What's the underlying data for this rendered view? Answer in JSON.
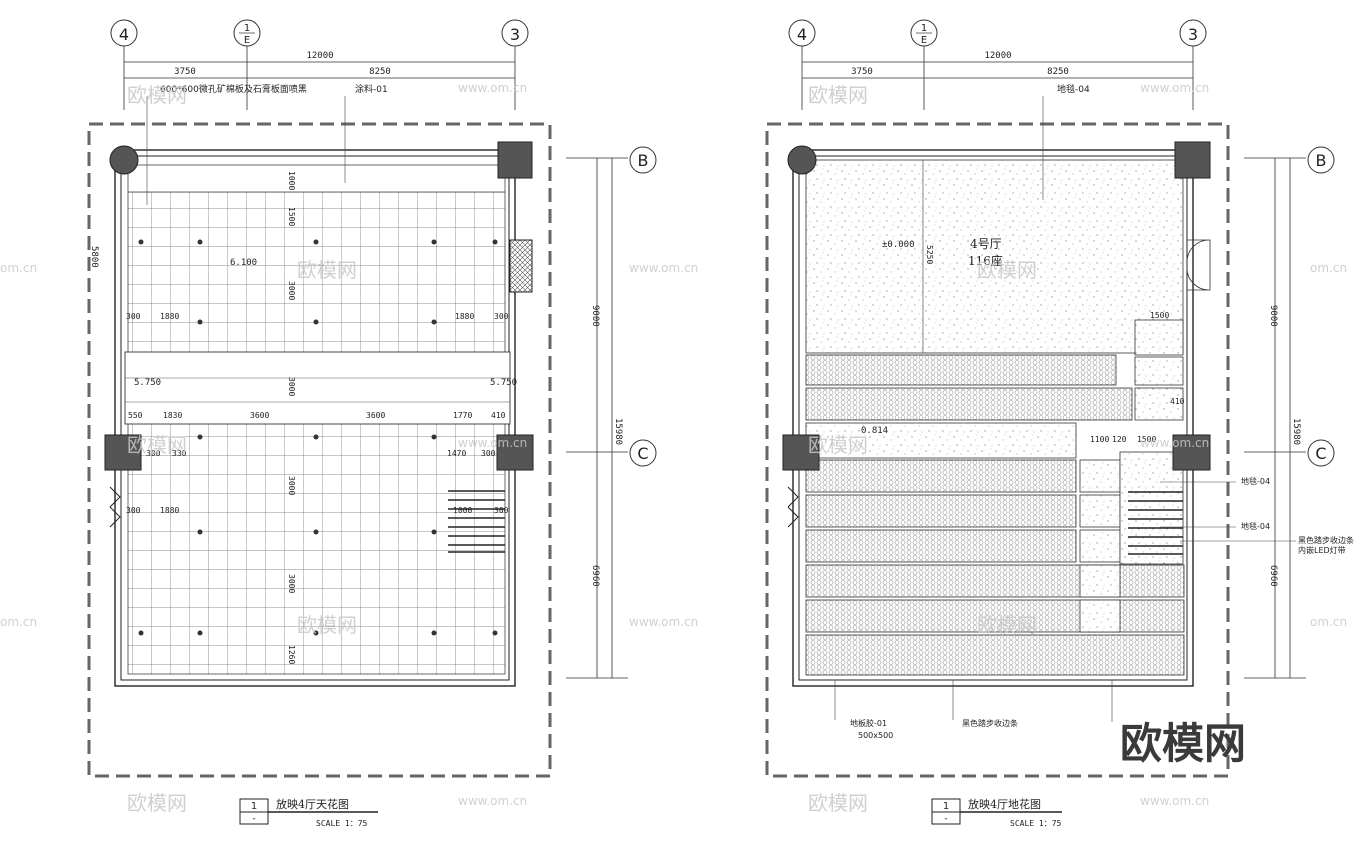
{
  "watermarks": {
    "brand_cn": "欧模网",
    "site": "www.om.cn",
    "site_clip": "om.cn"
  },
  "left_plan": {
    "grid_labels": {
      "axis_4": "4",
      "axis_1e_top": "1",
      "axis_1e_bottom": "E",
      "axis_3": "3",
      "axis_B": "B",
      "axis_C": "C"
    },
    "dims_top": {
      "total": "12000",
      "left": "3750",
      "right": "8250"
    },
    "dims_right": {
      "upper": "9000",
      "total": "15980",
      "lower": "6960"
    },
    "dim_left": "5800",
    "notes": {
      "ceiling_material": "600*600微孔矿棉板及石膏板面喷黑",
      "paint": "涂料-01"
    },
    "levels": {
      "l1": "6.100",
      "l2": "5.750",
      "l3": "5.750"
    },
    "row_dims": {
      "r1_a": "300",
      "r1_b": "1880",
      "r1_c": "1880",
      "r1_d": "300",
      "r2_a": "550",
      "r2_b": "1830",
      "r2_c": "3600",
      "r2_d": "3600",
      "r2_e": "1770",
      "r2_f": "410",
      "r3_a": "300",
      "r3_b": "330",
      "r3_c": "1470",
      "r3_d": "300",
      "r4_a": "300",
      "r4_b": "1880",
      "r4_c": "1000",
      "r4_d": "300"
    },
    "vert_dims": {
      "v1": "1000",
      "v2": "1500",
      "v3": "3000",
      "v4": "3000",
      "v5": "3000",
      "v6": "3000",
      "v7": "1260"
    },
    "title_number": "1",
    "title_sub": "-",
    "title": "放映4厅天花图",
    "scale": "SCALE 1：75"
  },
  "right_plan": {
    "grid_labels": {
      "axis_4": "4",
      "axis_1e_top": "1",
      "axis_1e_bottom": "E",
      "axis_3": "3",
      "axis_B": "B",
      "axis_C": "C"
    },
    "dims_top": {
      "total": "12000",
      "left": "3750",
      "right": "8250"
    },
    "dims_right": {
      "upper": "9000",
      "total": "15980",
      "lower": "6960"
    },
    "notes": {
      "carpet_top": "地毯-04",
      "carpet_1": "地毯-04",
      "carpet_2": "地毯-04",
      "strip": "黑色踏步收边条",
      "strip_led": "内嵌LED灯带",
      "floor_glue": "地板胶-01",
      "floor_glue_size": "500x500",
      "strip_bottom": "黑色踏步收边条"
    },
    "hall_name": "4号厅",
    "hall_seats": "116座",
    "levels": {
      "l0": "±0.000",
      "l1": "0.814"
    },
    "dims": {
      "d1": "1500",
      "d2": "1100",
      "d3": "120",
      "d4": "1500",
      "d5": "410",
      "v_main": "5250"
    },
    "title_number": "1",
    "title_sub": "-",
    "title": "放映4厅地花图",
    "scale": "SCALE 1：75"
  }
}
